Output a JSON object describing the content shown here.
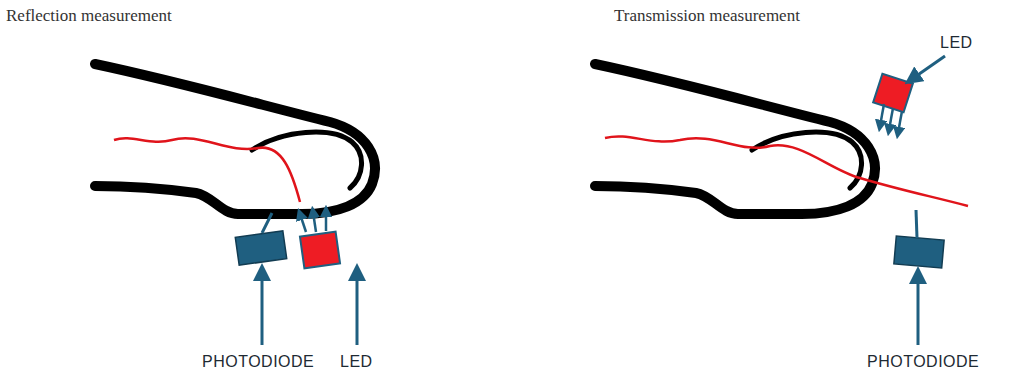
{
  "diagram": {
    "labels": [
      "Reflection measurement",
      "Transmission measurement",
      "PHOTODIODE",
      "LED",
      "LED",
      "PHOTODIODE"
    ]
  }
}
